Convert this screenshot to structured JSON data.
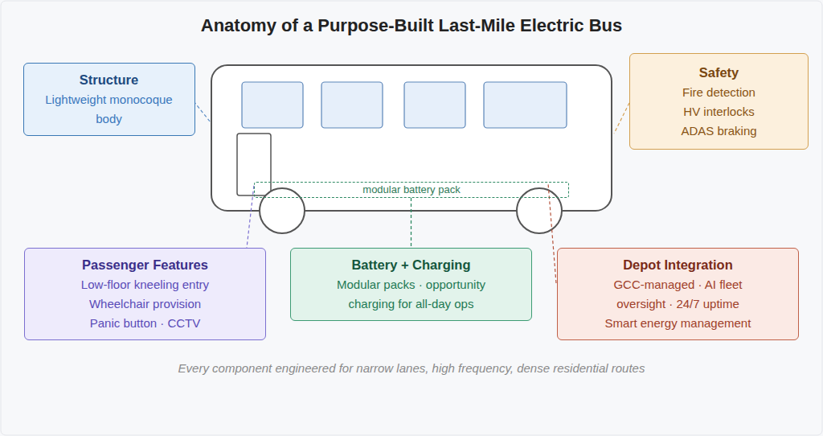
{
  "diagram": {
    "title": "Anatomy of a Purpose-Built Last-Mile Electric Bus",
    "caption": "Every component engineered for narrow lanes, high frequency, dense residential routes",
    "nodes": [
      {
        "text": [
          "Structure",
          "Lightweight monocoque body"
        ]
      },
      {
        "text": [
          "Safety",
          "Fire detection",
          "HV interlocks",
          "ADAS braking"
        ]
      },
      {
        "text": [
          "modular battery pack"
        ]
      },
      {
        "text": [
          "Passenger Features",
          "Low-floor kneeling entry",
          "Wheelchair provision",
          "Panic button · CCTV"
        ]
      },
      {
        "text": [
          "Battery + Charging",
          "Modular packs · opportunity charging for all-day ops"
        ]
      },
      {
        "text": [
          "Depot Integration",
          "GCC-managed · AI fleet oversight · 24/7 uptime",
          "Smart energy management"
        ]
      }
    ],
    "edges": [
      {
        "from": 2,
        "to": 4,
        "arrow": "none"
      }
    ]
  }
}
